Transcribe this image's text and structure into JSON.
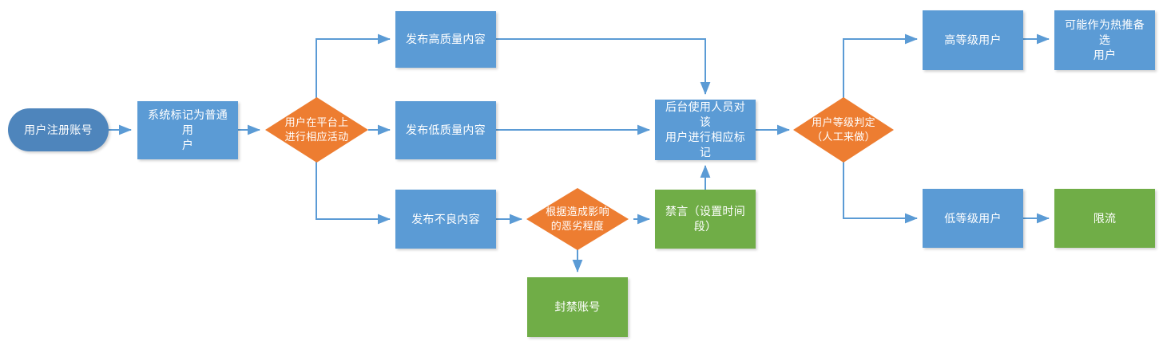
{
  "diagram": {
    "title": "用户注册与内容管理流程图",
    "colors": {
      "blue": "#5B9BD5",
      "dark_blue": "#4E85BC",
      "orange": "#ED7D31",
      "green": "#70AD47",
      "edge": "#5B9BD5"
    },
    "nodes": {
      "start": {
        "label": "用户注册账号",
        "shape": "stadium",
        "color": "#4E85BC"
      },
      "mark_normal": {
        "label": "系统标记为普通用\n户",
        "shape": "rect",
        "color": "#5B9BD5"
      },
      "user_activity": {
        "label": "用户在平台上\n进行相应活动",
        "shape": "diamond",
        "color": "#ED7D31"
      },
      "high_quality": {
        "label": "发布高质量内容",
        "shape": "rect",
        "color": "#5B9BD5"
      },
      "low_quality": {
        "label": "发布低质量内容",
        "shape": "rect",
        "color": "#5B9BD5"
      },
      "bad_content": {
        "label": "发布不良内容",
        "shape": "rect",
        "color": "#5B9BD5"
      },
      "severity": {
        "label": "根据造成影响\n的恶劣程度",
        "shape": "diamond",
        "color": "#ED7D31"
      },
      "mute": {
        "label": "禁言（设置时间\n段）",
        "shape": "rect",
        "color": "#70AD47"
      },
      "ban_account": {
        "label": "封禁账号",
        "shape": "rect",
        "color": "#70AD47"
      },
      "backend_mark": {
        "label": "后台使用人员对该\n用户进行相应标记",
        "shape": "rect",
        "color": "#5B9BD5"
      },
      "level_judge": {
        "label": "用户等级判定\n（人工来做）",
        "shape": "diamond",
        "color": "#ED7D31"
      },
      "high_level": {
        "label": "高等级用户",
        "shape": "rect",
        "color": "#5B9BD5"
      },
      "low_level": {
        "label": "低等级用户",
        "shape": "rect",
        "color": "#5B9BD5"
      },
      "hot_candidate": {
        "label": "可能作为热推备选\n用户",
        "shape": "rect",
        "color": "#5B9BD5"
      },
      "throttle": {
        "label": "限流",
        "shape": "rect",
        "color": "#70AD47"
      }
    },
    "edges": [
      {
        "from": "start",
        "to": "mark_normal"
      },
      {
        "from": "mark_normal",
        "to": "user_activity"
      },
      {
        "from": "user_activity",
        "to": "high_quality"
      },
      {
        "from": "user_activity",
        "to": "low_quality"
      },
      {
        "from": "user_activity",
        "to": "bad_content"
      },
      {
        "from": "high_quality",
        "to": "backend_mark"
      },
      {
        "from": "low_quality",
        "to": "backend_mark"
      },
      {
        "from": "bad_content",
        "to": "severity"
      },
      {
        "from": "severity",
        "to": "mute"
      },
      {
        "from": "severity",
        "to": "ban_account"
      },
      {
        "from": "mute",
        "to": "backend_mark"
      },
      {
        "from": "backend_mark",
        "to": "level_judge"
      },
      {
        "from": "level_judge",
        "to": "high_level"
      },
      {
        "from": "level_judge",
        "to": "low_level"
      },
      {
        "from": "high_level",
        "to": "hot_candidate"
      },
      {
        "from": "low_level",
        "to": "throttle"
      }
    ]
  }
}
